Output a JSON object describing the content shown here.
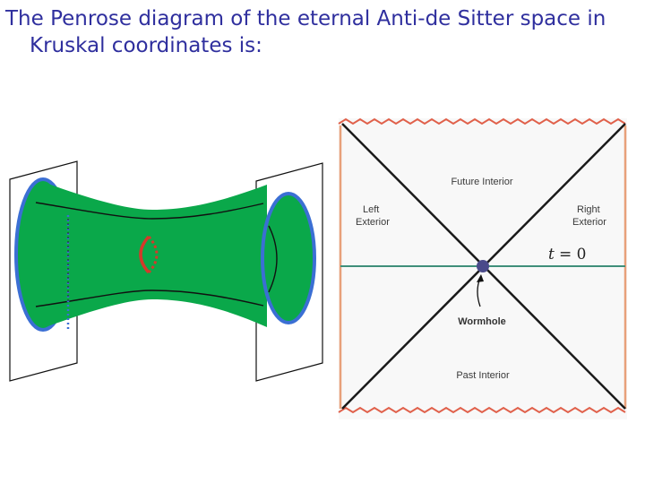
{
  "title": {
    "line1": "The Penrose diagram of the eternal Anti-de Sitter space in",
    "line2": "Kruskal coordinates is:"
  },
  "penrose": {
    "labels": {
      "future_interior": "Future Interior",
      "past_interior": "Past Interior",
      "left_exterior_1": "Left",
      "left_exterior_2": "Exterior",
      "right_exterior_1": "Right",
      "right_exterior_2": "Exterior",
      "wormhole": "Wormhole",
      "t_var": "t",
      "t_eq": "= 0"
    }
  },
  "colors": {
    "title": "#2f2f9e",
    "wormhole_fill": "#0aa84a",
    "mouth_ring": "#3b6fd4",
    "throat_ring": "#d43a2a",
    "singularity": "#e0604a",
    "boundary": "#e8a07a",
    "t0_line": "#3f8f7a",
    "horizon": "#1a1a1a",
    "wormhole_point": "#4a4a8a"
  }
}
